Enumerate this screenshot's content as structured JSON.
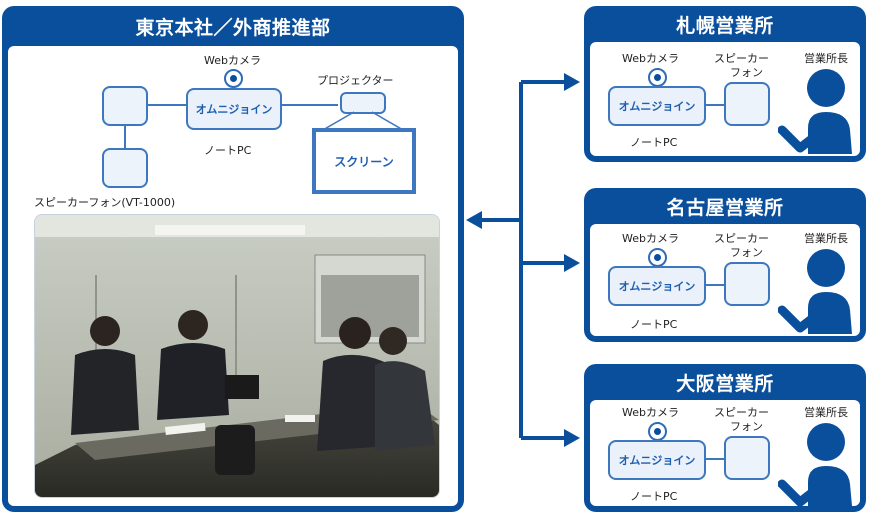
{
  "tokyo": {
    "title": "東京本社／外商推進部",
    "webcam": "Webカメラ",
    "projector": "プロジェクター",
    "omnijoin": "オムニジョイン",
    "notepc": "ノートPC",
    "screen": "スクリーン",
    "speakerphone": "スピーカーフォン(VT-1000)",
    "photo_alt": "meeting-room-photo"
  },
  "branches": [
    {
      "title": "札幌営業所",
      "webcam": "Webカメラ",
      "speaker_line1": "スピーカー",
      "speaker_line2": "フォン",
      "manager": "営業所長",
      "omnijoin": "オムニジョイン",
      "notepc": "ノートPC"
    },
    {
      "title": "名古屋営業所",
      "webcam": "Webカメラ",
      "speaker_line1": "スピーカー",
      "speaker_line2": "フォン",
      "manager": "営業所長",
      "omnijoin": "オムニジョイン",
      "notepc": "ノートPC"
    },
    {
      "title": "大阪営業所",
      "webcam": "Webカメラ",
      "speaker_line1": "スピーカー",
      "speaker_line2": "フォン",
      "manager": "営業所長",
      "omnijoin": "オムニジョイン",
      "notepc": "ノートPC"
    }
  ],
  "colors": {
    "panel": "#0a4f9c",
    "accent": "#3d77bf",
    "arrow": "#0a4f9c"
  }
}
